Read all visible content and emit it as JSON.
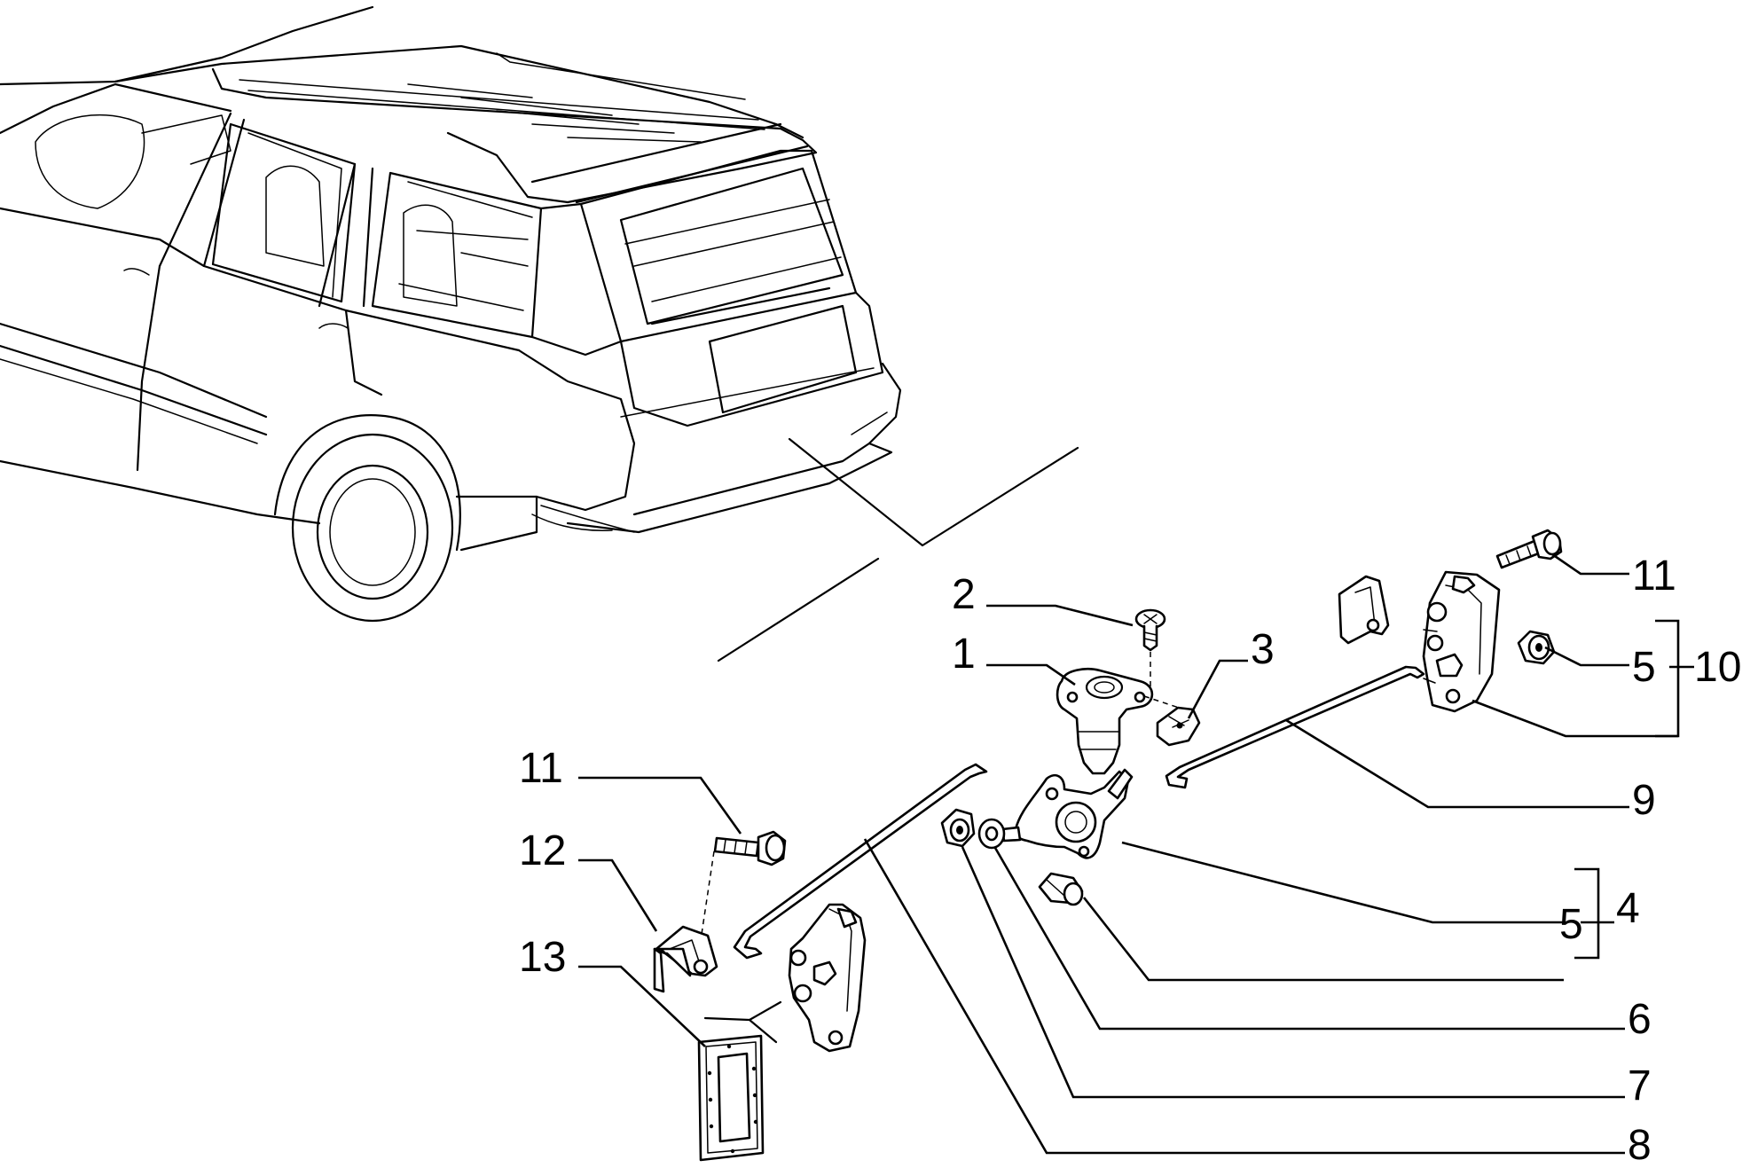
{
  "callouts": {
    "c1": "1",
    "c2": "2",
    "c3": "3",
    "c4": "4",
    "c5_upper": "5",
    "c5_lower": "5",
    "c6": "6",
    "c7": "7",
    "c8": "8",
    "c9": "9",
    "c10": "10",
    "c11_upper": "11",
    "c11_left": "11",
    "c12": "12",
    "c13": "13"
  }
}
